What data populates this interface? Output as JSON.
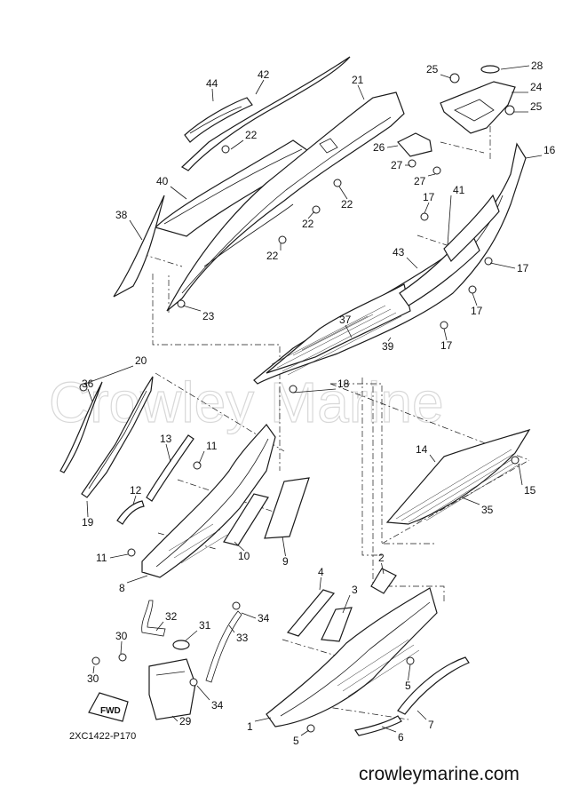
{
  "watermark": "Crowley Marine",
  "diagram_code": "2XC1422-P170",
  "site": "crowleymarine.com",
  "fwd_label": "FWD",
  "callouts": [
    {
      "id": "c1",
      "label": "1"
    },
    {
      "id": "c2",
      "label": "2"
    },
    {
      "id": "c3",
      "label": "3"
    },
    {
      "id": "c4",
      "label": "4"
    },
    {
      "id": "c5a",
      "label": "5"
    },
    {
      "id": "c5b",
      "label": "5"
    },
    {
      "id": "c6",
      "label": "6"
    },
    {
      "id": "c7",
      "label": "7"
    },
    {
      "id": "c8",
      "label": "8"
    },
    {
      "id": "c9",
      "label": "9"
    },
    {
      "id": "c10",
      "label": "10"
    },
    {
      "id": "c11a",
      "label": "11"
    },
    {
      "id": "c11b",
      "label": "11"
    },
    {
      "id": "c12",
      "label": "12"
    },
    {
      "id": "c13",
      "label": "13"
    },
    {
      "id": "c14",
      "label": "14"
    },
    {
      "id": "c15",
      "label": "15"
    },
    {
      "id": "c16",
      "label": "16"
    },
    {
      "id": "c17a",
      "label": "17"
    },
    {
      "id": "c17b",
      "label": "17"
    },
    {
      "id": "c17c",
      "label": "17"
    },
    {
      "id": "c17d",
      "label": "17"
    },
    {
      "id": "c18",
      "label": "18"
    },
    {
      "id": "c19",
      "label": "19"
    },
    {
      "id": "c20",
      "label": "20"
    },
    {
      "id": "c21",
      "label": "21"
    },
    {
      "id": "c22a",
      "label": "22"
    },
    {
      "id": "c22b",
      "label": "22"
    },
    {
      "id": "c22c",
      "label": "22"
    },
    {
      "id": "c22d",
      "label": "22"
    },
    {
      "id": "c23",
      "label": "23"
    },
    {
      "id": "c24",
      "label": "24"
    },
    {
      "id": "c25a",
      "label": "25"
    },
    {
      "id": "c25b",
      "label": "25"
    },
    {
      "id": "c26",
      "label": "26"
    },
    {
      "id": "c27a",
      "label": "27"
    },
    {
      "id": "c27b",
      "label": "27"
    },
    {
      "id": "c28",
      "label": "28"
    },
    {
      "id": "c29",
      "label": "29"
    },
    {
      "id": "c30a",
      "label": "30"
    },
    {
      "id": "c30b",
      "label": "30"
    },
    {
      "id": "c31",
      "label": "31"
    },
    {
      "id": "c32",
      "label": "32"
    },
    {
      "id": "c33",
      "label": "33"
    },
    {
      "id": "c34a",
      "label": "34"
    },
    {
      "id": "c34b",
      "label": "34"
    },
    {
      "id": "c35",
      "label": "35"
    },
    {
      "id": "c36",
      "label": "36"
    },
    {
      "id": "c37",
      "label": "37"
    },
    {
      "id": "c38",
      "label": "38"
    },
    {
      "id": "c39",
      "label": "39"
    },
    {
      "id": "c40",
      "label": "40"
    },
    {
      "id": "c41",
      "label": "41"
    },
    {
      "id": "c42",
      "label": "42"
    },
    {
      "id": "c43",
      "label": "43"
    },
    {
      "id": "c44",
      "label": "44"
    }
  ],
  "colors": {
    "line": "#1a1a1a",
    "background": "#ffffff",
    "watermark": "#d8d8d8"
  }
}
